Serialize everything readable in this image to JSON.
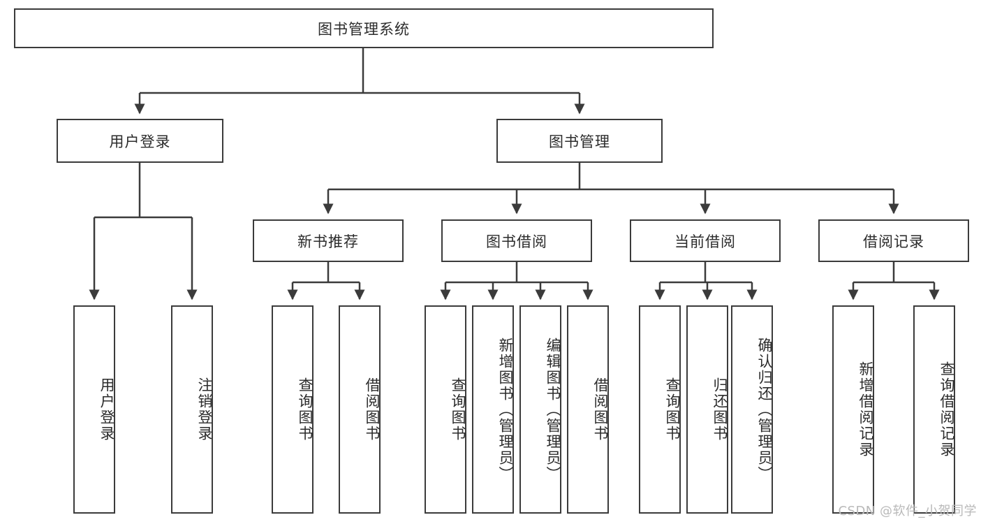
{
  "diagram": {
    "title": "图书管理系统",
    "root": {
      "label": "图书管理系统"
    },
    "level2": [
      {
        "label": "用户登录"
      },
      {
        "label": "图书管理"
      }
    ],
    "level3": [
      {
        "label": "新书推荐"
      },
      {
        "label": "图书借阅"
      },
      {
        "label": "当前借阅"
      },
      {
        "label": "借阅记录"
      }
    ],
    "leaves": {
      "user_login": [
        {
          "label": "用户登录"
        },
        {
          "label": "注销登录"
        }
      ],
      "new_book_recommend": [
        {
          "label": "查询图书"
        },
        {
          "label": "借阅图书"
        }
      ],
      "book_borrow": [
        {
          "label": "查询图书"
        },
        {
          "label": "新增图书（管理员）"
        },
        {
          "label": "编辑图书（管理员）"
        },
        {
          "label": "借阅图书"
        }
      ],
      "current_borrow": [
        {
          "label": "查询图书"
        },
        {
          "label": "归还图书"
        },
        {
          "label": "确认归还（管理员）"
        }
      ],
      "borrow_record": [
        {
          "label": "新增借阅记录"
        },
        {
          "label": "查询借阅记录"
        }
      ]
    }
  },
  "watermark": {
    "text": "CSDN @软件_小贺同学"
  },
  "colors": {
    "stroke": "#3b3b3b",
    "background": "#ffffff",
    "text": "#2b2b2b",
    "watermark": "#b9b9b9"
  }
}
